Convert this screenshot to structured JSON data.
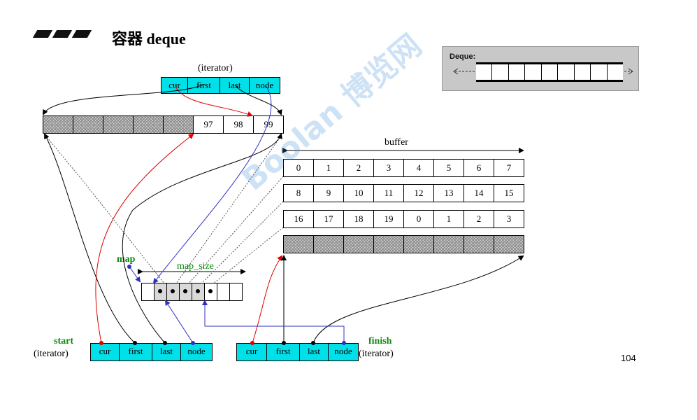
{
  "header": {
    "title": "容器 deque"
  },
  "labels": {
    "iterator_top": "(iterator)",
    "buffer": "buffer",
    "map": "map",
    "map_size": "map_size",
    "start": "start",
    "start_iter": "(iterator)",
    "finish": "finish",
    "finish_iter": "(iterator)"
  },
  "iterator_fields": [
    "cur",
    "first",
    "last",
    "node"
  ],
  "top_buffer": [
    "",
    "",
    "",
    "",
    "",
    "97",
    "98",
    "99"
  ],
  "buffer_rows": [
    [
      "0",
      "1",
      "2",
      "3",
      "4",
      "5",
      "6",
      "7"
    ],
    [
      "8",
      "9",
      "10",
      "11",
      "12",
      "13",
      "14",
      "15"
    ],
    [
      "16",
      "17",
      "18",
      "19",
      "0",
      "1",
      "2",
      "3"
    ]
  ],
  "deque_legend": {
    "label": "Deque:"
  },
  "page_number": "104",
  "watermark": "Boolan 博览网",
  "colors": {
    "iterator_fill": "#00e0e8",
    "pointer_red": "#e00000",
    "pointer_blue": "#3030c0",
    "label_green": "#0a8a0a"
  }
}
